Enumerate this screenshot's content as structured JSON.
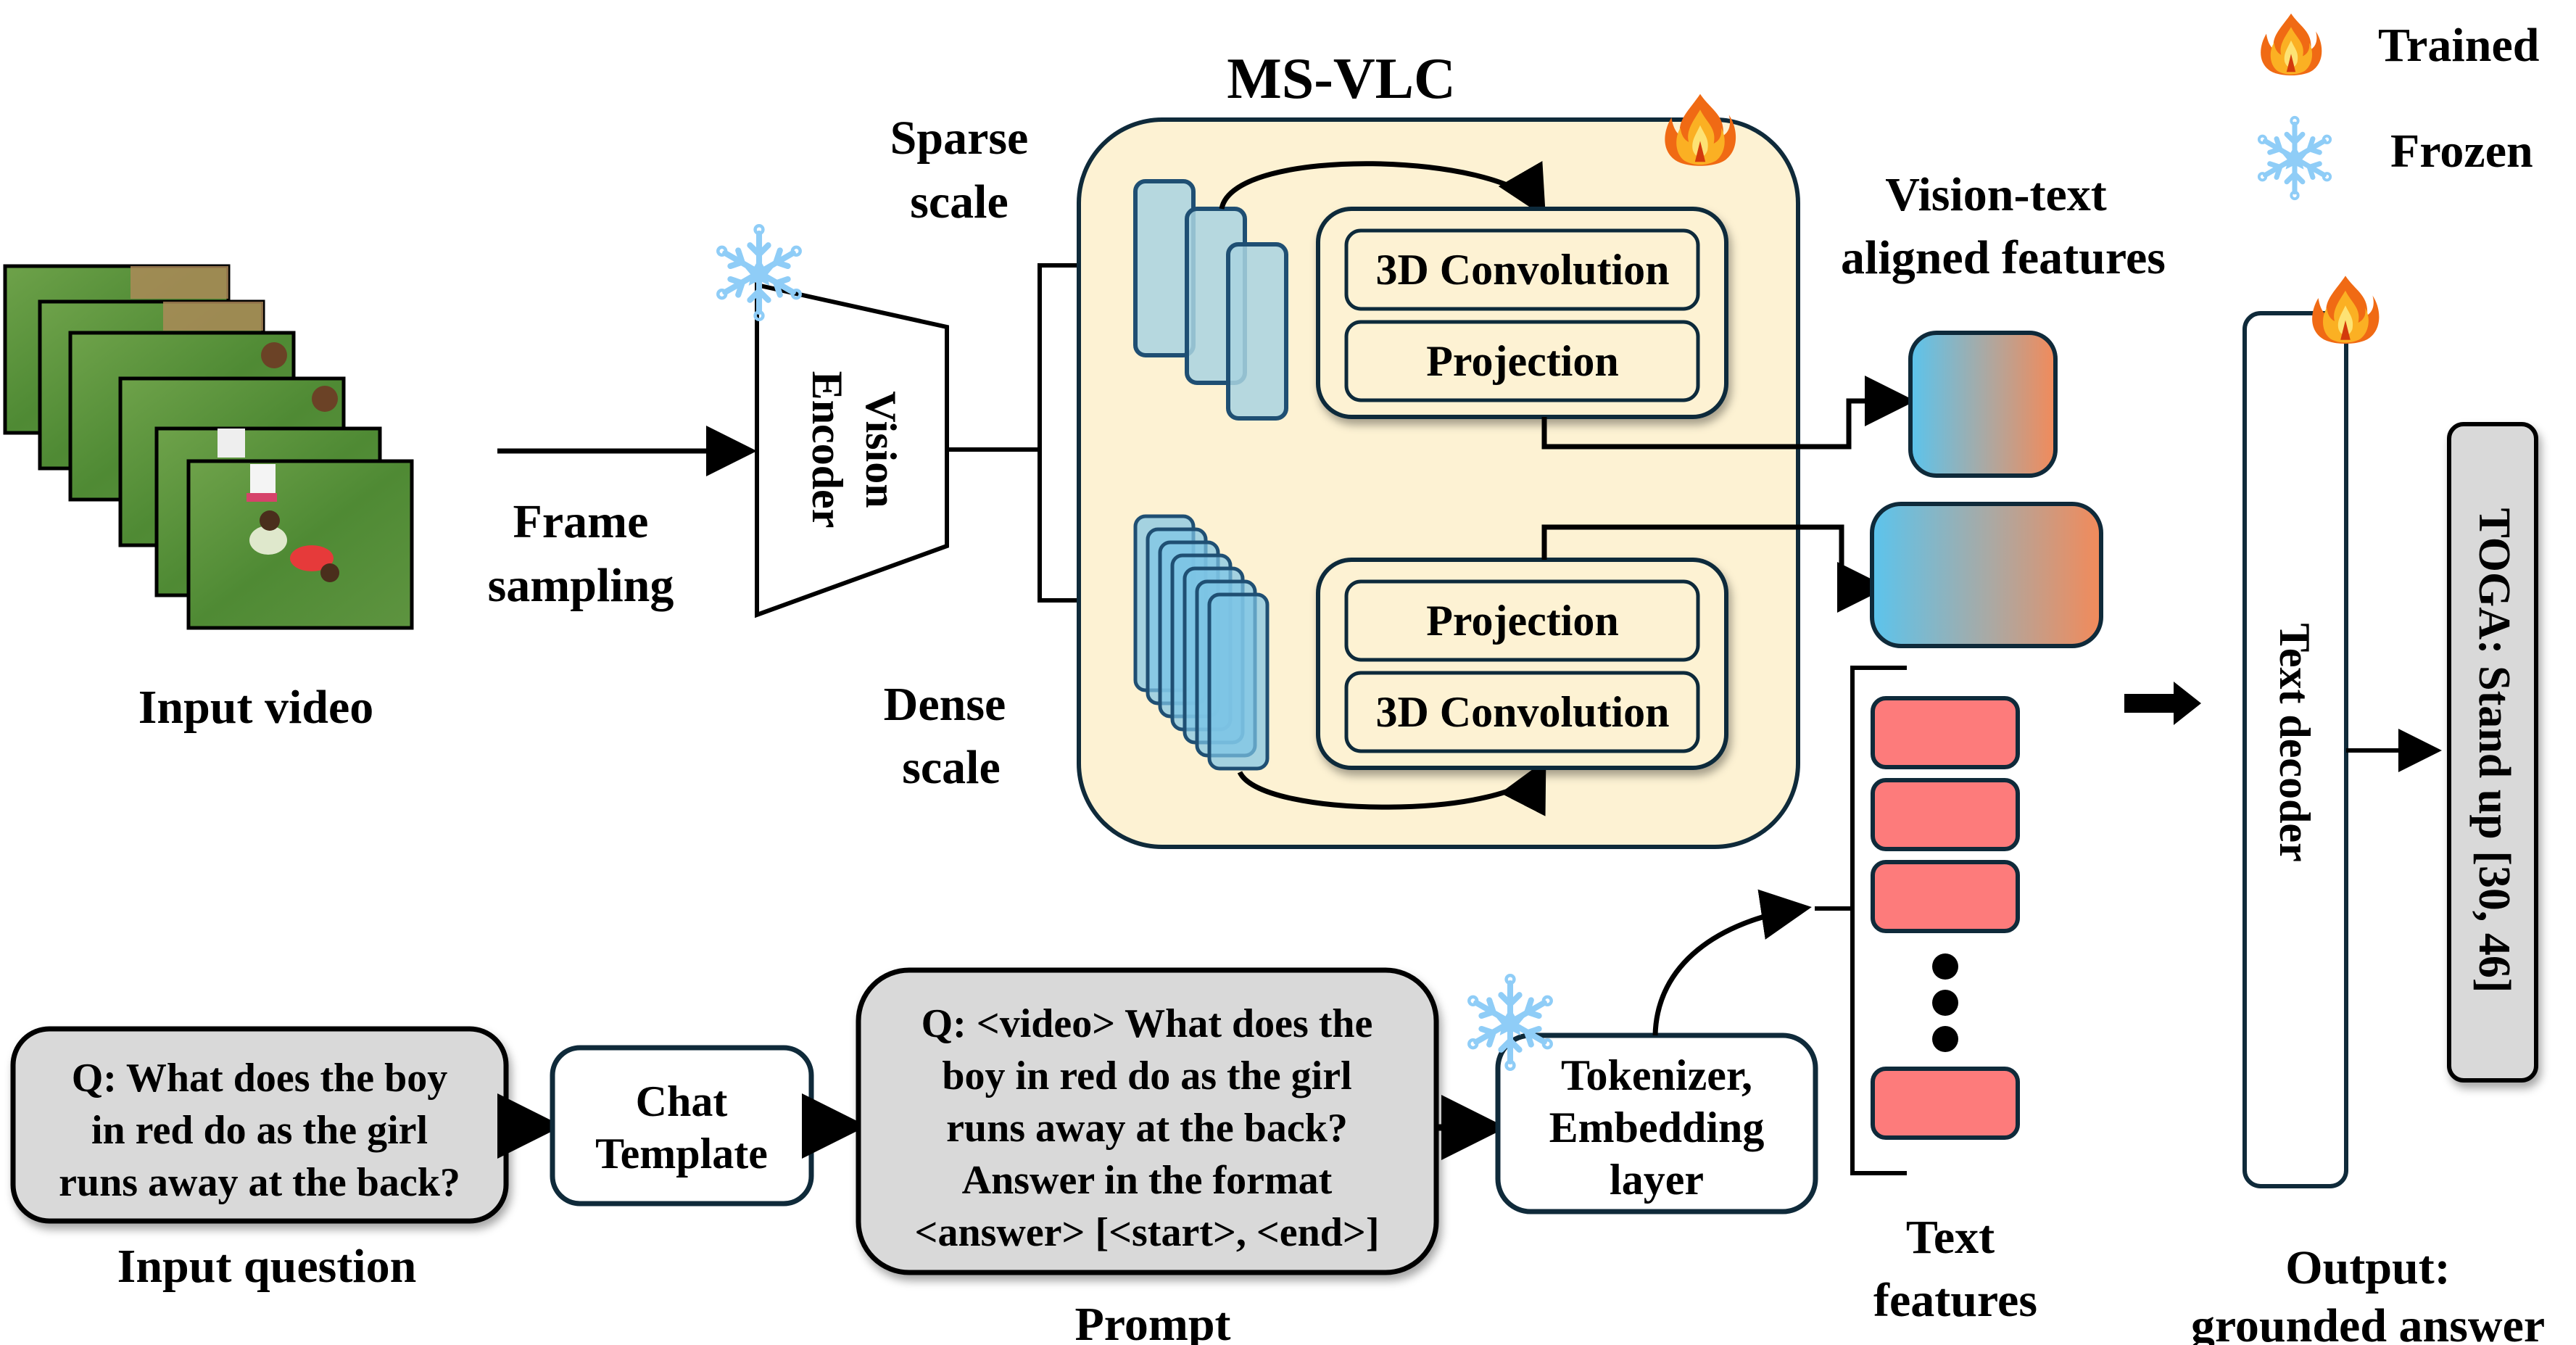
{
  "title": "MS-VLC",
  "legend": [
    {
      "icon": "flame-icon",
      "label": "Trained"
    },
    {
      "icon": "snowflake-icon",
      "label": "Frozen"
    }
  ],
  "input_video": {
    "label": "Input video",
    "frame_count": 6
  },
  "frame_sampling": {
    "line1": "Frame",
    "line2": "sampling"
  },
  "vision_encoder": {
    "line1": "Vision",
    "line2": "Encoder",
    "status": "Frozen"
  },
  "sparse_scale": {
    "line1": "Sparse",
    "line2": "scale",
    "feature_count": 3
  },
  "dense_scale": {
    "line1": "Dense",
    "line2": "scale",
    "feature_count": 7
  },
  "ms_vlc": {
    "status": "Trained",
    "sparse_branch": [
      "3D Convolution",
      "Projection"
    ],
    "dense_branch": [
      "Projection",
      "3D Convolution"
    ]
  },
  "aligned_features": {
    "line1": "Vision-text",
    "line2": "aligned features"
  },
  "text_features": {
    "line1": "Text",
    "line2": "features",
    "ellipsis": "•••"
  },
  "text_decoder": {
    "label": "Text decoder",
    "status": "Trained"
  },
  "output": {
    "answer": "TOGA: Stand up [30, 46]",
    "line1": "Output:",
    "line2": "grounded answer"
  },
  "input_question": {
    "label": "Input question",
    "lines": [
      "Q: What does the boy",
      "in red do as the girl",
      "runs away at the back?"
    ]
  },
  "chat_template": {
    "line1": "Chat",
    "line2": "Template"
  },
  "prompt": {
    "label": "Prompt",
    "lines": [
      "Q: <video> What does the",
      "boy in red do as the girl",
      "runs away at the back?",
      "Answer in the format",
      "<answer> [<start>, <end>]"
    ]
  },
  "tokenizer": {
    "lines": [
      "Tokenizer,",
      "Embedding",
      "layer"
    ],
    "status": "Frozen"
  },
  "colors": {
    "panel_fill": "#fdf2d3",
    "panel_stroke": "#0f2a3a",
    "feature_blue": "#5bc4ed",
    "feature_orange": "#f28a5a",
    "text_feature": "#fd7b7b",
    "frame_blue": "#a9d4e0",
    "grey_box": "#d9d9d9",
    "snow": "#8fcdf7"
  }
}
